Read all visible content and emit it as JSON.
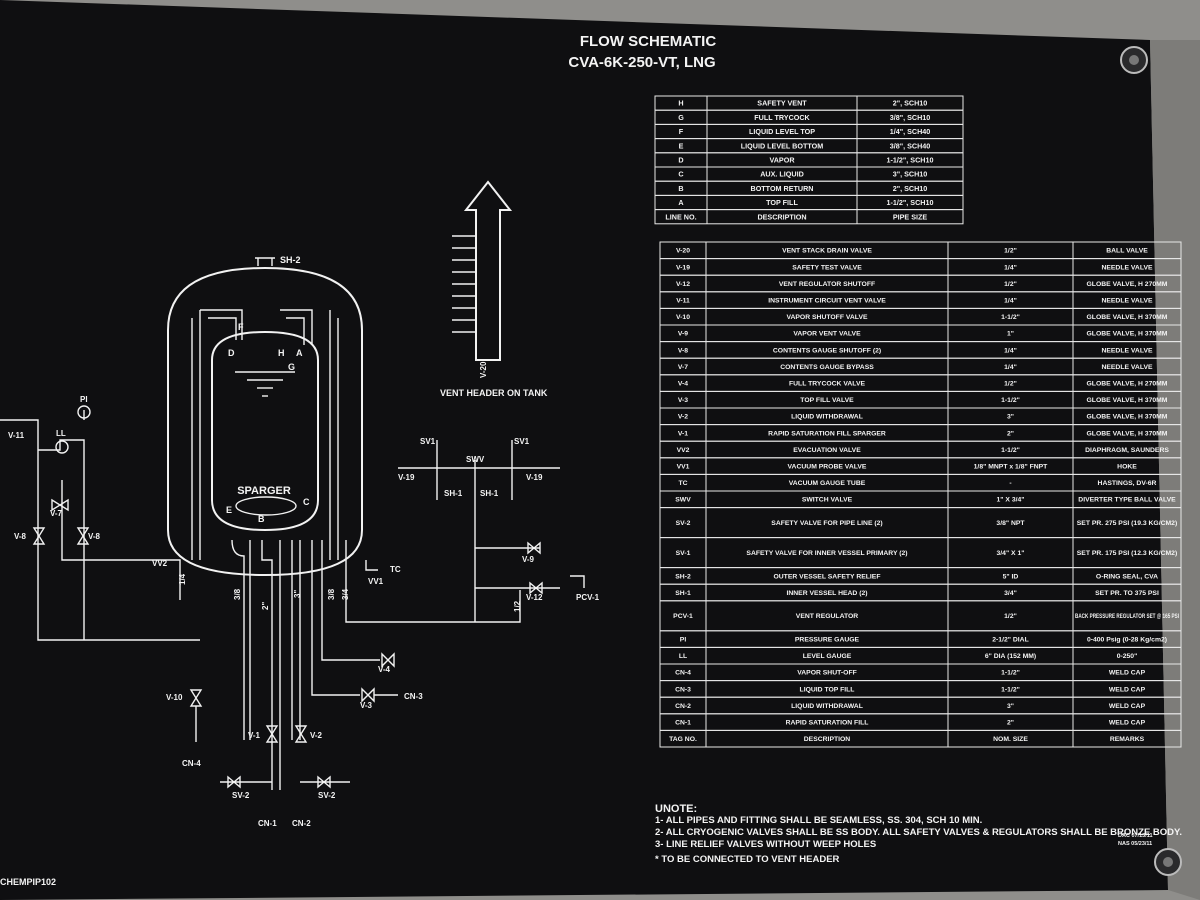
{
  "header": {
    "title": "FLOW SCHEMATIC",
    "subtitle": "CVA-6K-250-VT, LNG"
  },
  "pipe_table": {
    "rows": [
      [
        "H",
        "SAFETY VENT",
        "2\", SCH10"
      ],
      [
        "G",
        "FULL TRYCOCK",
        "3/8\", SCH10"
      ],
      [
        "F",
        "LIQUID LEVEL TOP",
        "1/4\", SCH40"
      ],
      [
        "E",
        "LIQUID LEVEL BOTTOM",
        "3/8\", SCH40"
      ],
      [
        "D",
        "VAPOR",
        "1-1/2\", SCH10"
      ],
      [
        "C",
        "AUX. LIQUID",
        "3\", SCH10"
      ],
      [
        "B",
        "BOTTOM RETURN",
        "2\", SCH10"
      ],
      [
        "A",
        "TOP FILL",
        "1-1/2\", SCH10"
      ],
      [
        "LINE NO.",
        "DESCRIPTION",
        "PIPE SIZE"
      ]
    ]
  },
  "valve_table": {
    "rows": [
      [
        "V-20",
        "VENT STACK DRAIN VALVE",
        "1/2\"",
        "BALL VALVE"
      ],
      [
        "V-19",
        "SAFETY TEST VALVE",
        "1/4\"",
        "NEEDLE VALVE"
      ],
      [
        "V-12",
        "VENT REGULATOR SHUTOFF",
        "1/2\"",
        "GLOBE VALVE, H 270MM"
      ],
      [
        "V-11",
        "INSTRUMENT CIRCUIT VENT VALVE",
        "1/4\"",
        "NEEDLE VALVE"
      ],
      [
        "V-10",
        "VAPOR SHUTOFF VALVE",
        "1-1/2\"",
        "GLOBE VALVE, H 370MM"
      ],
      [
        "V-9",
        "VAPOR VENT VALVE",
        "1\"",
        "GLOBE VALVE, H 370MM"
      ],
      [
        "V-8",
        "CONTENTS GAUGE SHUTOFF (2)",
        "1/4\"",
        "NEEDLE VALVE"
      ],
      [
        "V-7",
        "CONTENTS GAUGE BYPASS",
        "1/4\"",
        "NEEDLE VALVE"
      ],
      [
        "V-4",
        "FULL TRYCOCK VALVE",
        "1/2\"",
        "GLOBE VALVE, H 270MM"
      ],
      [
        "V-3",
        "TOP FILL VALVE",
        "1-1/2\"",
        "GLOBE VALVE, H 370MM"
      ],
      [
        "V-2",
        "LIQUID WITHDRAWAL",
        "3\"",
        "GLOBE VALVE, H 370MM"
      ],
      [
        "V-1",
        "RAPID SATURATION FILL SPARGER",
        "2\"",
        "GLOBE VALVE, H 370MM"
      ],
      [
        "VV2",
        "EVACUATION VALVE",
        "1-1/2\"",
        "DIAPHRAGM, SAUNDERS"
      ],
      [
        "VV1",
        "VACUUM PROBE VALVE",
        "1/8\" MNPT x 1/8\" FNPT",
        "HOKE"
      ],
      [
        "TC",
        "VACUUM GAUGE TUBE",
        "-",
        "HASTINGS, DV-6R"
      ],
      [
        "SWV",
        "SWITCH VALVE",
        "1\" X 3/4\"",
        "DIVERTER TYPE BALL VALVE"
      ],
      [
        "SV-2",
        "SAFETY VALVE FOR PIPE LINE (2)",
        "3/8\" NPT",
        "SET PR. 275 PSI (19.3 KG/CM2)"
      ],
      [
        "SV-1",
        "SAFETY VALVE FOR INNER VESSEL PRIMARY (2)",
        "3/4\" X 1\"",
        "SET PR. 175 PSI (12.3 KG/CM2)"
      ],
      [
        "SH-2",
        "OUTER VESSEL SAFETY RELIEF",
        "5\" ID",
        "O-RING SEAL, CVA"
      ],
      [
        "SH-1",
        "INNER VESSEL HEAD (2)",
        "3/4\"",
        "SET PR. TO 375 PSI"
      ],
      [
        "PCV-1",
        "VENT REGULATOR",
        "1/2\"",
        "BACK PRESSURE REGULATOR SET @ 165 PSI"
      ],
      [
        "PI",
        "PRESSURE GAUGE",
        "2-1/2\" DIAL",
        "0-400 Psig (0-28 Kg/cm2)"
      ],
      [
        "LL",
        "LEVEL GAUGE",
        "6\" DIA (152 MM)",
        "0-250\""
      ],
      [
        "CN-4",
        "VAPOR SHUT-OFF",
        "1-1/2\"",
        "WELD CAP"
      ],
      [
        "CN-3",
        "LIQUID TOP FILL",
        "1-1/2\"",
        "WELD CAP"
      ],
      [
        "CN-2",
        "LIQUID WITHDRAWAL",
        "3\"",
        "WELD CAP"
      ],
      [
        "CN-1",
        "RAPID SATURATION FILL",
        "2\"",
        "WELD CAP"
      ],
      [
        "TAG NO.",
        "DESCRIPTION",
        "NOM. SIZE",
        "REMARKS"
      ]
    ]
  },
  "notes": {
    "heading": "UNOTE:",
    "lines": [
      "1- ALL PIPES AND FITTING SHALL BE SEAMLESS, SS. 304, SCH 10 MIN.",
      "2- ALL CRYOGENIC VALVES SHALL BE SS BODY. ALL SAFETY VALVES & REGULATORS SHALL BE BRONZE BODY.",
      "3- LINE RELIEF VALVES WITHOUT WEEP HOLES"
    ],
    "footnote": "* TO BE CONNECTED TO VENT HEADER"
  },
  "signoff": {
    "line1": "DAC 07/13/11",
    "line2": "NAS 05/23/11"
  },
  "drawing_number": "CHEMPIP102",
  "schematic": {
    "vessel_label": "SPARGER",
    "vent_header_label": "VENT HEADER ON TANK",
    "ports": {
      "d": "D",
      "f": "F",
      "h": "H",
      "a": "A",
      "g": "G",
      "e": "E",
      "b": "B",
      "c": "C"
    },
    "tags": {
      "sh2": "SH-2",
      "pi": "PI",
      "ll": "LL",
      "v11": "V-11",
      "v7": "V-7",
      "v8a": "V-8",
      "v8b": "V-8",
      "vv2": "VV2",
      "vv1": "VV1",
      "tc": "TC",
      "v10": "V-10",
      "cn4": "CN-4",
      "v1": "V-1",
      "v2": "V-2",
      "sv2a": "SV-2",
      "sv2b": "SV-2",
      "cn1": "CN-1",
      "cn2": "CN-2",
      "v4": "V-4",
      "v3": "V-3",
      "cn3": "CN-3",
      "v9": "V-9",
      "v12": "V-12",
      "pcv1": "PCV-1",
      "sv1a": "SV1",
      "sv1b": "SV1",
      "swv": "SWV",
      "v19a": "V-19",
      "v19b": "V-19",
      "sh1a": "SH-1",
      "sh1b": "SH-1",
      "v20": "V-20"
    },
    "pipe_sizes": {
      "p14": "1/4",
      "p38a": "3/8",
      "p2": "2\"",
      "p3": "3\"",
      "p38b": "3/8",
      "p34": "3/4",
      "p12": "1/2"
    }
  },
  "colors": {
    "plate": "#0f0f11",
    "frame": "#8e8d8a",
    "ink": "#f2f2f2"
  }
}
